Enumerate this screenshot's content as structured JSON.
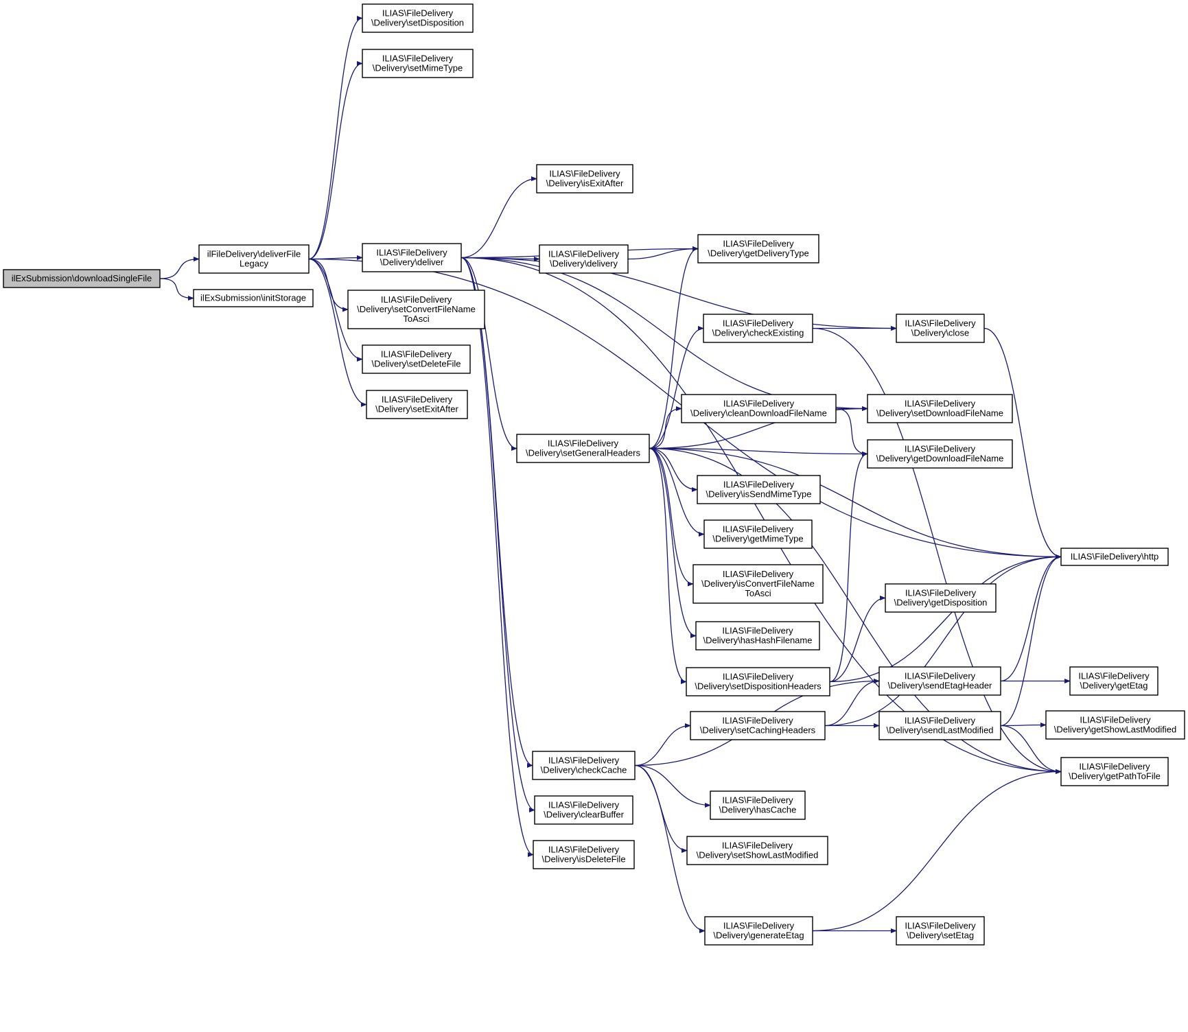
{
  "colors": {
    "edge": "#191970",
    "node_border": "#000000",
    "root_fill": "#bfbfbf",
    "node_fill": "#ffffff"
  },
  "nodes": {
    "root": [
      "ilExSubmission\\downloadSingleFile"
    ],
    "deliverFileLegacy": [
      "ilFileDelivery\\deliverFile",
      "Legacy"
    ],
    "initStorage": [
      "ilExSubmission\\initStorage"
    ],
    "setDisposition": [
      "ILIAS\\FileDelivery",
      "\\Delivery\\setDisposition"
    ],
    "setMimeType": [
      "ILIAS\\FileDelivery",
      "\\Delivery\\setMimeType"
    ],
    "deliver": [
      "ILIAS\\FileDelivery",
      "\\Delivery\\deliver"
    ],
    "setConvertFileNameToAsci": [
      "ILIAS\\FileDelivery",
      "\\Delivery\\setConvertFileName",
      "ToAsci"
    ],
    "setDeleteFile": [
      "ILIAS\\FileDelivery",
      "\\Delivery\\setDeleteFile"
    ],
    "setExitAfter": [
      "ILIAS\\FileDelivery",
      "\\Delivery\\setExitAfter"
    ],
    "isExitAfter": [
      "ILIAS\\FileDelivery",
      "\\Delivery\\isExitAfter"
    ],
    "delivery": [
      "ILIAS\\FileDelivery",
      "\\Delivery\\delivery"
    ],
    "getDeliveryType": [
      "ILIAS\\FileDelivery",
      "\\Delivery\\getDeliveryType"
    ],
    "setGeneralHeaders": [
      "ILIAS\\FileDelivery",
      "\\Delivery\\setGeneralHeaders"
    ],
    "checkExisting": [
      "ILIAS\\FileDelivery",
      "\\Delivery\\checkExisting"
    ],
    "close": [
      "ILIAS\\FileDelivery",
      "\\Delivery\\close"
    ],
    "cleanDownloadFileName": [
      "ILIAS\\FileDelivery",
      "\\Delivery\\cleanDownloadFileName"
    ],
    "setDownloadFileName": [
      "ILIAS\\FileDelivery",
      "\\Delivery\\setDownloadFileName"
    ],
    "getDownloadFileName": [
      "ILIAS\\FileDelivery",
      "\\Delivery\\getDownloadFileName"
    ],
    "isSendMimeType": [
      "ILIAS\\FileDelivery",
      "\\Delivery\\isSendMimeType"
    ],
    "getMimeType": [
      "ILIAS\\FileDelivery",
      "\\Delivery\\getMimeType"
    ],
    "isConvertFileNameToAsci": [
      "ILIAS\\FileDelivery",
      "\\Delivery\\isConvertFileName",
      "ToAsci"
    ],
    "hasHashFilename": [
      "ILIAS\\FileDelivery",
      "\\Delivery\\hasHashFilename"
    ],
    "setDispositionHeaders": [
      "ILIAS\\FileDelivery",
      "\\Delivery\\setDispositionHeaders"
    ],
    "http": [
      "ILIAS\\FileDelivery\\http"
    ],
    "getDisposition": [
      "ILIAS\\FileDelivery",
      "\\Delivery\\getDisposition"
    ],
    "sendEtagHeader": [
      "ILIAS\\FileDelivery",
      "\\Delivery\\sendEtagHeader"
    ],
    "getEtag": [
      "ILIAS\\FileDelivery",
      "\\Delivery\\getEtag"
    ],
    "setCachingHeaders": [
      "ILIAS\\FileDelivery",
      "\\Delivery\\setCachingHeaders"
    ],
    "sendLastModified": [
      "ILIAS\\FileDelivery",
      "\\Delivery\\sendLastModified"
    ],
    "getShowLastModified": [
      "ILIAS\\FileDelivery",
      "\\Delivery\\getShowLastModified"
    ],
    "checkCache": [
      "ILIAS\\FileDelivery",
      "\\Delivery\\checkCache"
    ],
    "getPathToFile": [
      "ILIAS\\FileDelivery",
      "\\Delivery\\getPathToFile"
    ],
    "hasCache": [
      "ILIAS\\FileDelivery",
      "\\Delivery\\hasCache"
    ],
    "clearBuffer": [
      "ILIAS\\FileDelivery",
      "\\Delivery\\clearBuffer"
    ],
    "setShowLastModified": [
      "ILIAS\\FileDelivery",
      "\\Delivery\\setShowLastModified"
    ],
    "isDeleteFile": [
      "ILIAS\\FileDelivery",
      "\\Delivery\\isDeleteFile"
    ],
    "generateEtag": [
      "ILIAS\\FileDelivery",
      "\\Delivery\\generateEtag"
    ],
    "setEtag": [
      "ILIAS\\FileDelivery",
      "\\Delivery\\setEtag"
    ]
  },
  "edges": [
    [
      "root",
      "deliverFileLegacy"
    ],
    [
      "root",
      "initStorage"
    ],
    [
      "deliverFileLegacy",
      "setDisposition"
    ],
    [
      "deliverFileLegacy",
      "setMimeType"
    ],
    [
      "deliverFileLegacy",
      "deliver"
    ],
    [
      "deliverFileLegacy",
      "setConvertFileNameToAsci"
    ],
    [
      "deliverFileLegacy",
      "setDeleteFile"
    ],
    [
      "deliverFileLegacy",
      "setExitAfter"
    ],
    [
      "deliverFileLegacy",
      "http"
    ],
    [
      "deliver",
      "isExitAfter"
    ],
    [
      "deliver",
      "delivery"
    ],
    [
      "deliver",
      "getDeliveryType"
    ],
    [
      "deliver",
      "close"
    ],
    [
      "deliver",
      "setDownloadFileName"
    ],
    [
      "deliver",
      "setGeneralHeaders"
    ],
    [
      "deliver",
      "checkCache"
    ],
    [
      "deliver",
      "clearBuffer"
    ],
    [
      "deliver",
      "isDeleteFile"
    ],
    [
      "deliver",
      "getPathToFile"
    ],
    [
      "delivery",
      "getDeliveryType"
    ],
    [
      "setGeneralHeaders",
      "getDeliveryType"
    ],
    [
      "setGeneralHeaders",
      "http"
    ],
    [
      "setGeneralHeaders",
      "checkExisting"
    ],
    [
      "setGeneralHeaders",
      "setDownloadFileName"
    ],
    [
      "setGeneralHeaders",
      "cleanDownloadFileName"
    ],
    [
      "setGeneralHeaders",
      "getDownloadFileName"
    ],
    [
      "setGeneralHeaders",
      "isSendMimeType"
    ],
    [
      "setGeneralHeaders",
      "getMimeType"
    ],
    [
      "setGeneralHeaders",
      "isConvertFileNameToAsci"
    ],
    [
      "setGeneralHeaders",
      "hasHashFilename"
    ],
    [
      "setGeneralHeaders",
      "setDispositionHeaders"
    ],
    [
      "setGeneralHeaders",
      "getPathToFile"
    ],
    [
      "checkExisting",
      "close"
    ],
    [
      "checkExisting",
      "getPathToFile"
    ],
    [
      "close",
      "http"
    ],
    [
      "cleanDownloadFileName",
      "setDownloadFileName"
    ],
    [
      "cleanDownloadFileName",
      "getDownloadFileName"
    ],
    [
      "setDispositionHeaders",
      "getDownloadFileName"
    ],
    [
      "setDispositionHeaders",
      "http"
    ],
    [
      "setDispositionHeaders",
      "getDisposition"
    ],
    [
      "checkCache",
      "setCachingHeaders"
    ],
    [
      "checkCache",
      "hasCache"
    ],
    [
      "checkCache",
      "setShowLastModified"
    ],
    [
      "checkCache",
      "generateEtag"
    ],
    [
      "checkCache",
      "sendEtagHeader"
    ],
    [
      "setCachingHeaders",
      "sendEtagHeader"
    ],
    [
      "setCachingHeaders",
      "sendLastModified"
    ],
    [
      "setCachingHeaders",
      "http"
    ],
    [
      "sendEtagHeader",
      "getEtag"
    ],
    [
      "sendEtagHeader",
      "http"
    ],
    [
      "sendLastModified",
      "getShowLastModified"
    ],
    [
      "sendLastModified",
      "getPathToFile"
    ],
    [
      "sendLastModified",
      "http"
    ],
    [
      "generateEtag",
      "setEtag"
    ],
    [
      "generateEtag",
      "getPathToFile"
    ]
  ]
}
